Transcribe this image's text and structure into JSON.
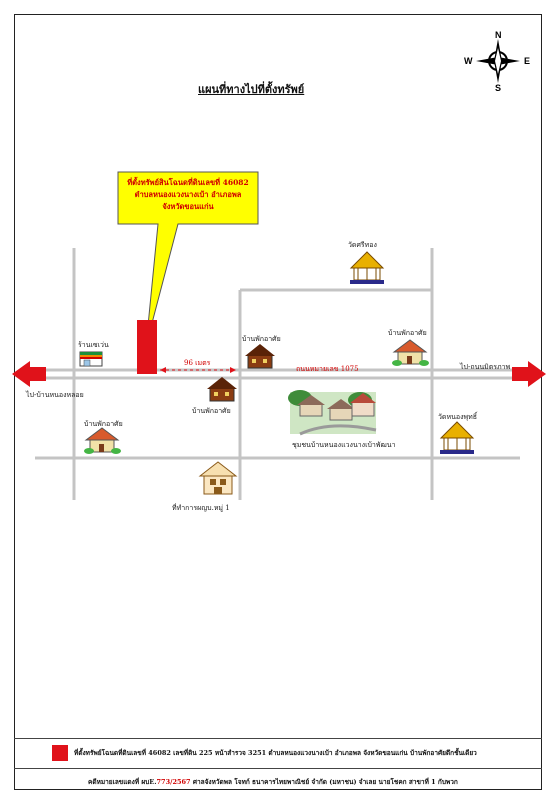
{
  "map": {
    "title": "แผนที่ทางไปที่ตั้งทรัพย์",
    "compass": {
      "n": "N",
      "s": "S",
      "e": "E",
      "w": "W"
    },
    "callout": {
      "line1": "ที่ตั้งทรัพย์สินโฉนดที่ดินเลขที่ 46082",
      "line2": "ตำบลหนองแวงนางเบ้า อำเภอพล",
      "line3": "จังหวัดขอนแก่น"
    },
    "labels": {
      "wat_sri_thong": "วัดศรีทอง",
      "seven_eleven": "ร้านเซเว่น",
      "house_top_right": "บ้านพักอาศัย",
      "house_center_top": "บ้านพักอาศัย",
      "house_center_bottom": "บ้านพักอาศัย",
      "house_left": "บ้านพักอาศัย",
      "distance": "96 เมตร",
      "road_1075": "ถนนหมายเลข 1075",
      "to_right": "ไป-ถนนมิตรภาพ",
      "to_left": "ไป-บ้านหนองหลอย",
      "community": "ชุมชนบ้านหนองแวงนางเบ้าพัฒนา",
      "wat_nong_phuphruek": "วัดหนองพุทธิ์",
      "village_office": "ที่ทำการผญบ.หมู่ 1"
    },
    "colors": {
      "marker": "#e0121a",
      "callout_fill": "#ffff00",
      "arrow": "#e0121a",
      "road": "#c8c8c8"
    }
  },
  "legend": {
    "text": "ที่ตั้งทรัพย์โฉนดที่ดินเลขที่ 46082 เลขที่ดิน 225 หน้าสำรวจ 3251 ตำบลหนองแวงนางเบ้า อำเภอพล จังหวัดขอนแก่น บ้านพักอาศัยตึกชั้นเดียว"
  },
  "footer": {
    "prefix": "คดีหมายเลขแดงที่ ผบE.",
    "case_no": "773/2567",
    "suffix": " ศาลจังหวัดพล โจทก์ ธนาคารไทยพาณิชย์ จำกัด (มหาชน) จำเลย นายโชคก สาขาที่ 1 กับพวก"
  }
}
